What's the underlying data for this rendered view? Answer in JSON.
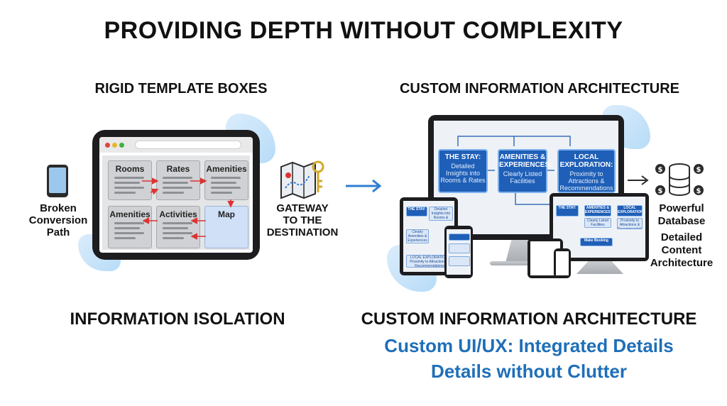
{
  "title": "PROVIDING DEPTH WITHOUT COMPLEXITY",
  "left": {
    "heading": "RIGID TEMPLATE BOXES",
    "boxes": [
      "Rooms",
      "Rates",
      "Amenities",
      "Amenities",
      "Activities",
      "Map"
    ],
    "side_label": [
      "Broken",
      "Conversion",
      "Path"
    ],
    "gateway_label": [
      "GATEWAY",
      "TO THE",
      "DESTINATION"
    ],
    "section_label": "INFORMATION ISOLATION"
  },
  "right": {
    "heading": "CUSTOM INFORMATION ARCHITECTURE",
    "cards": [
      {
        "head": "THE STAY:",
        "text": "Detailed Insights into Rooms & Rates"
      },
      {
        "head": "AMENITIES & EXPERIENCES:",
        "text": "Clearly Listed Facilities"
      },
      {
        "head": "LOCAL EXPLORATION:",
        "text": "Proximity to Attractions & Recommendations"
      }
    ],
    "laptop_cards": [
      "THE STAY:",
      "AMENITIES & EXPERIENCES:",
      "LOCAL EXPLORATION:"
    ],
    "laptop_sub": [
      "Clearly Listed Facilities",
      "Proximity to Attractions & Recommendations"
    ],
    "laptop_button": "Make Booking",
    "tablet_cards": [
      "THE STAY:",
      "Detailed Insights into Rooms & Rates",
      "Clearly Amenities & Experiences",
      "LOCAL EXPLORATION: Proximity to Attractions & Recommendations"
    ],
    "db_label": [
      "Powerful",
      "Database"
    ],
    "content_label": [
      "Detailed",
      "Content",
      "Architecture"
    ],
    "section_label": "CUSTOM INFORMATION ARCHITECTURE",
    "tagline_1": "Custom UI/UX: Integrated Details",
    "tagline_2": "Details without Clutter"
  },
  "colors": {
    "accent_blue": "#1f6fb8",
    "card_blue": "#1f5fb7",
    "arrow_red": "#dd3333"
  }
}
